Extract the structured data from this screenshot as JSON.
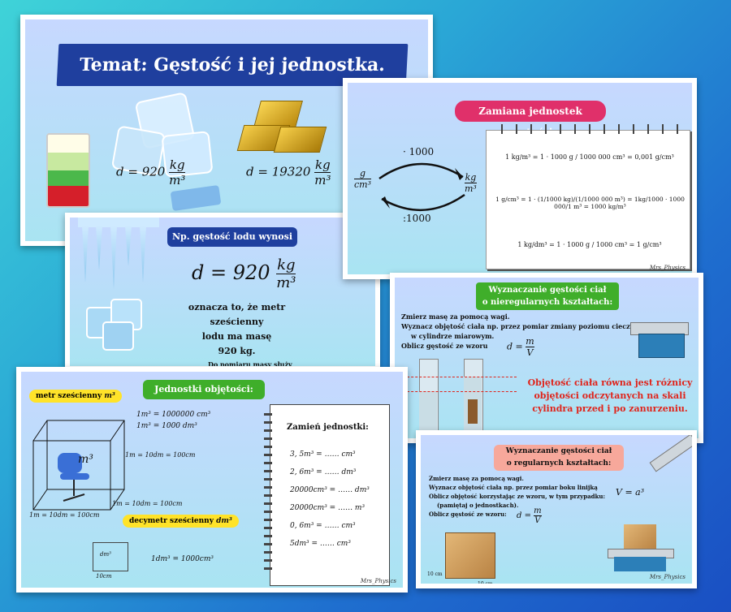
{
  "slide1": {
    "title": "Temat: Gęstość i jej jednostka.",
    "ice_density": "d = 920",
    "gold_density": "d = 19320",
    "unit_num": "kg",
    "unit_den": "m³"
  },
  "slide2": {
    "title": "Zamiana jednostek gęstości",
    "mult": "· 1000",
    "div": ":1000",
    "left_num": "g",
    "left_den": "cm³",
    "right_num": "kg",
    "right_den": "m³",
    "eq1": "1 kg/m³ = 1 · 1000 g / 1000 000 cm³ = 0,001 g/cm³",
    "eq2": "1 g/cm³ = 1 · (1/1000 kg)/(1/1000 000 m³) = 1kg/1000 · 1000 000/1 m³ = 1000 kg/m³",
    "eq3": "1 kg/dm³ = 1 · 1000 g / 1000 cm³ = 1 g/cm³",
    "footer": "Mrs_Physics"
  },
  "slide3": {
    "title": "Np. gęstość lodu wynosi",
    "formula": "d = 920",
    "line1": "oznacza to, że metr sześcienny",
    "line2": "lodu ma masę",
    "line3": "920 kg.",
    "note": "Do pomiaru masy służy"
  },
  "slide4": {
    "title": "Wyznaczanie gęstości ciał",
    "subtitle": "o nieregularnych kształtach:",
    "bullet1": "Zmierz masę za pomocą wagi.",
    "bullet2": "Wyznacz objętość ciała np. przez pomiar zmiany poziomu cieczy",
    "bullet2b": "w cylindrze miarowym.",
    "bullet3": "Oblicz gęstość ze wzoru",
    "formula": "d =",
    "red1": "Objętość ciała równa jest różnicy",
    "red2": "objętości odczytanych na skali",
    "red3": "cylindra przed i po zanurzeniu."
  },
  "slide5": {
    "title": "Jednostki objętości:",
    "label_m3": "metr sześcienny",
    "label_dm3": "decymetr sześcienny",
    "eq_a": "1m³ = 1000000 cm³",
    "eq_b": "1m³ = 1000 dm³",
    "edge1": "1m = 10dm = 100cm",
    "edge2": "1m = 10dm = 100cm",
    "edge3": "1m = 10dm = 100cm",
    "cube_label": "m³",
    "dm3_eq": "1dm³ = 1000cm³",
    "small_cube": "dm³",
    "cm10": "10cm",
    "footer": "Mrs_Physics"
  },
  "notebook": {
    "title": "Zamień jednostki:",
    "rows": [
      "3, 5m³ = …… cm³",
      "2, 6m³ = …… dm³",
      "20000cm³ = …… dm³",
      "20000cm³ = …… m³",
      "0, 6m³ = …… cm³",
      "5dm³ = …… cm³"
    ]
  },
  "slide6": {
    "title": "Wyznaczanie gęstości ciał",
    "subtitle": "o regularnych kształtach:",
    "bullet1": "Zmierz masę za pomocą wagi.",
    "bullet2": "Wyznacz objętość ciała np. przez pomiar boku linijką",
    "bullet3": "Oblicz objętość korzystając ze wzoru, w tym przypadku:",
    "bullet3b": "(pamiętaj o jednostkach).",
    "bullet4": "Oblicz gęstość ze wzoru:",
    "vformula": "V = a³",
    "dformula": "d =",
    "cm10a": "10 cm",
    "cm10b": "10 cm",
    "footer": "Mrs_Physics"
  },
  "colors": {
    "navy_banner": "#1f3f9e",
    "pink_banner": "#e0306a",
    "green_banner": "#3fae2a",
    "red_text": "#e0241b",
    "yellow_label": "#ffe329",
    "salmon_banner": "#f7a89b"
  }
}
